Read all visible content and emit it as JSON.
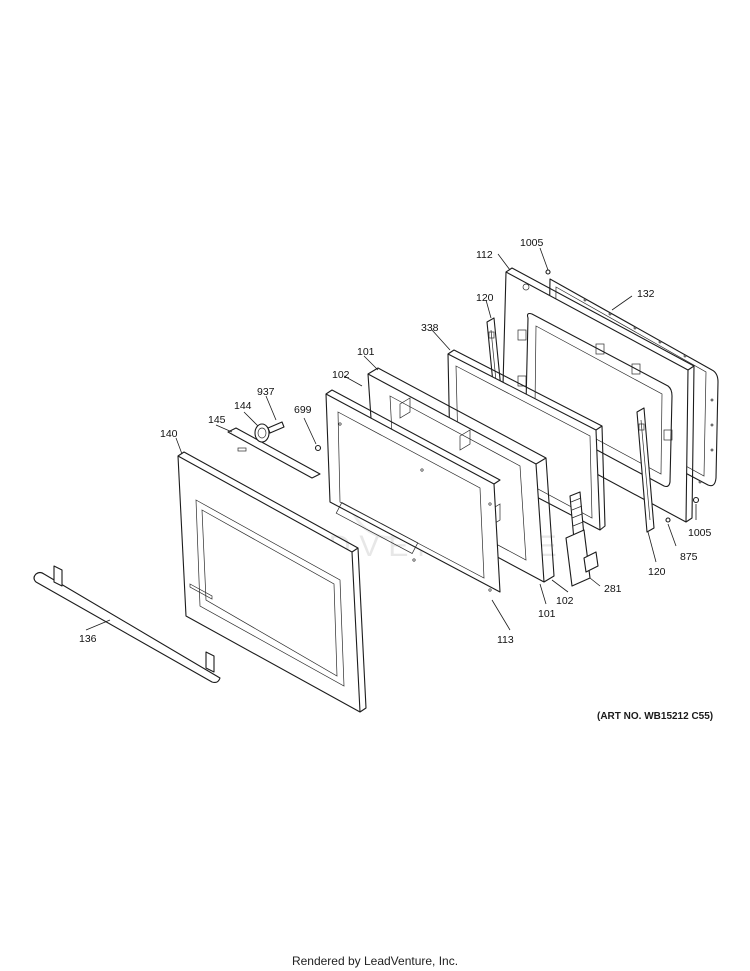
{
  "callouts": {
    "c1005_top": "1005",
    "c112": "112",
    "c132": "132",
    "c120_top": "120",
    "c338": "338",
    "c101_top": "101",
    "c102_top": "102",
    "c937": "937",
    "c144": "144",
    "c145": "145",
    "c699": "699",
    "c140": "140",
    "c1005_right": "1005",
    "c875": "875",
    "c120_bottom": "120",
    "c281": "281",
    "c102_bottom": "102",
    "c101_bottom": "101",
    "c113": "113",
    "c136": "136"
  },
  "art_number": "(ART NO. WB15212 C55)",
  "footer": "Rendered by LeadVenture, Inc.",
  "watermark": "LEADVENTURE",
  "colors": {
    "line": "#1c1c1c",
    "watermark": "#e7e7e7"
  }
}
